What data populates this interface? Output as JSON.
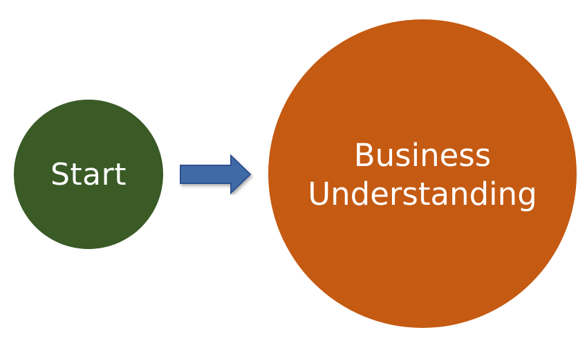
{
  "diagram": {
    "nodes": [
      {
        "id": "start",
        "label": "Start",
        "color": "#3a5a26"
      },
      {
        "id": "business-understanding",
        "label_lines": [
          "Business",
          "Understanding"
        ],
        "color": "#c55a12"
      }
    ],
    "edges": [
      {
        "from": "start",
        "to": "business-understanding",
        "color": "#3f6aa6",
        "border": "#2e5391"
      }
    ]
  }
}
